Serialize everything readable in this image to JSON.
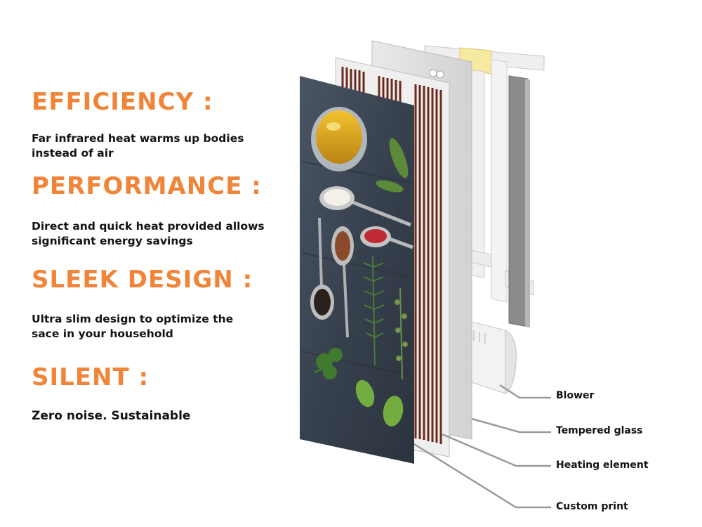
{
  "features": [
    {
      "title": "EFFICIENCY :",
      "text": "Far infrared heat warms up bodies instead of air"
    },
    {
      "title": "PERFORMANCE :",
      "text": "Direct and quick heat provided allows significant energy savings"
    },
    {
      "title": "SLEEK DESIGN :",
      "text": "Ultra slim design to optimize the sace in your household"
    },
    {
      "title": "SILENT :",
      "text": "Zero noise. Sustainable"
    }
  ],
  "callouts": {
    "blower": "Blower",
    "tempered_glass": "Tempered glass",
    "heating_element": "Heating element",
    "custom_print": "Custom print"
  },
  "colors": {
    "accent": "#f0853a",
    "text": "#141414",
    "heating_trace": "#6b2a1c",
    "print_background": "#3a4452"
  },
  "icons": [
    "olive-oil-bowl",
    "salt-spoon",
    "pepper-spoon",
    "peppercorn-spoon",
    "rosemary-sprig",
    "thyme-sprig",
    "bay-leaf",
    "parsley",
    "basil-leaf"
  ]
}
